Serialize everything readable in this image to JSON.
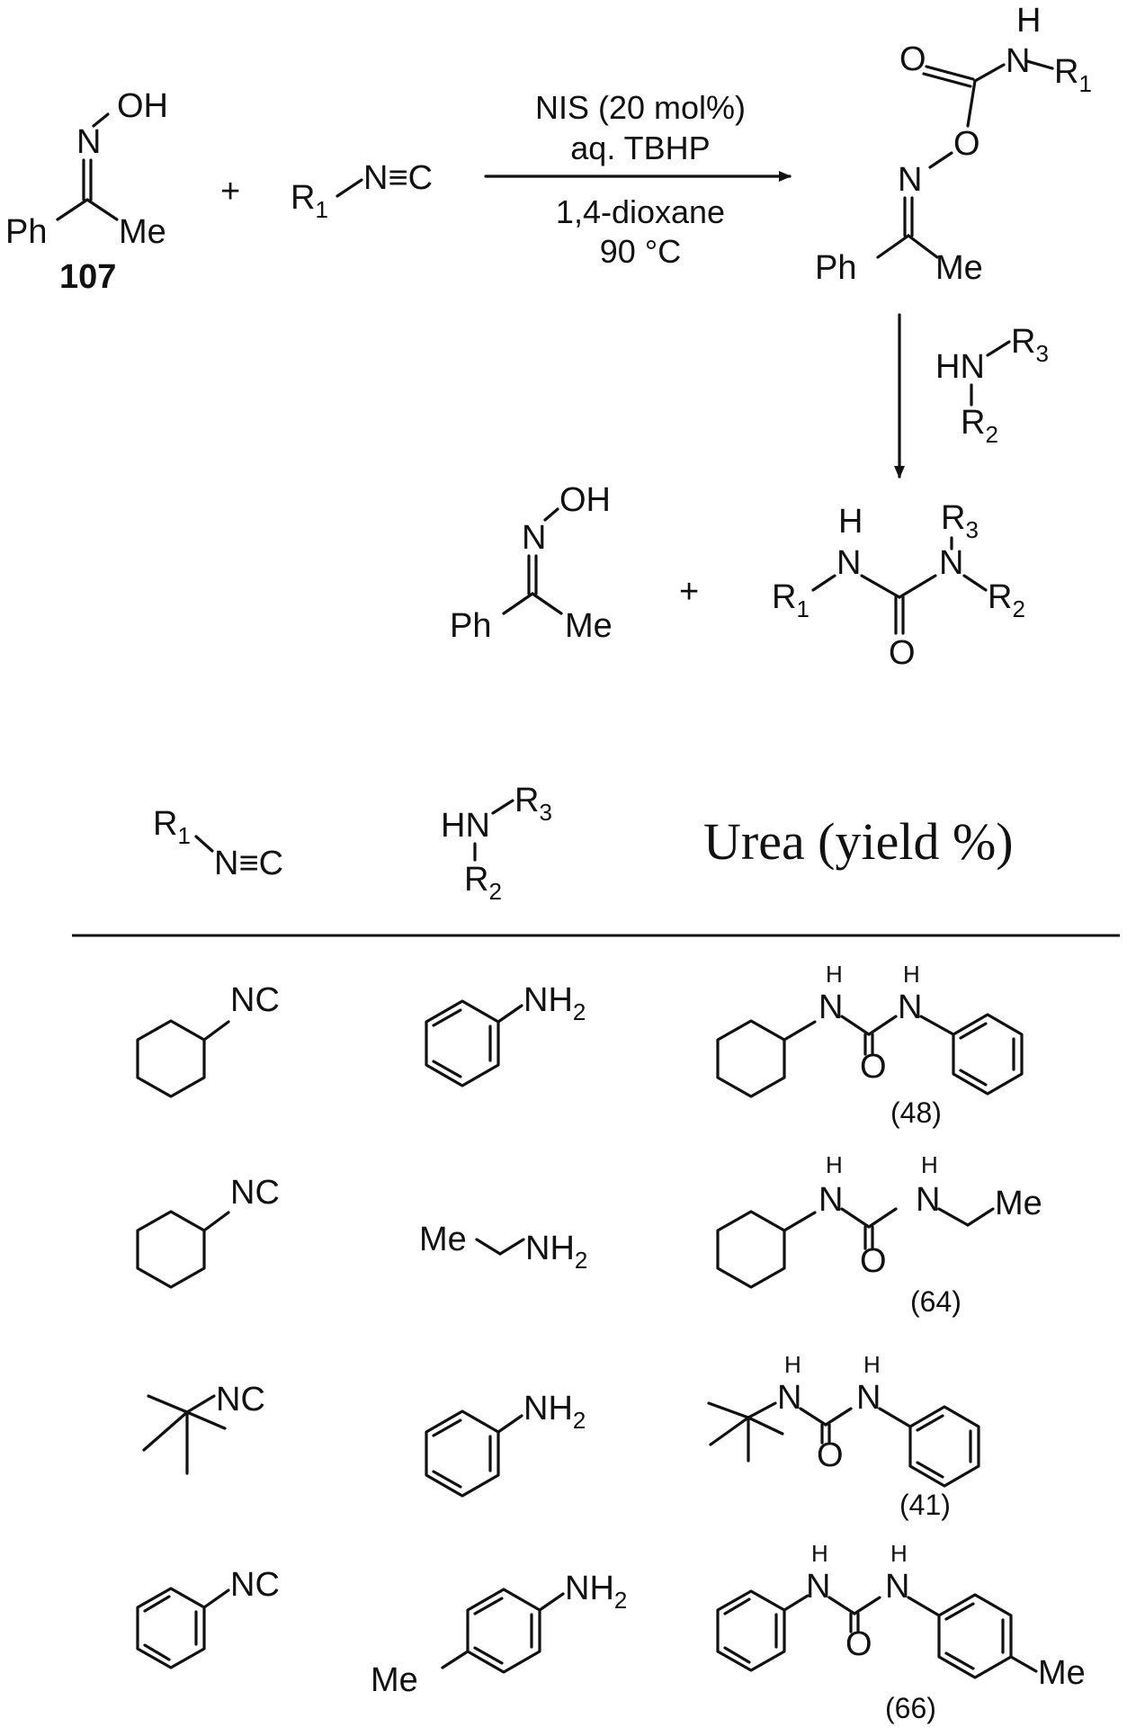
{
  "scheme": {
    "reactant1": {
      "oh_label": "OH",
      "n_label": "N",
      "ph_label": "Ph",
      "me_label": "Me",
      "compound_number": "107"
    },
    "plus": "+",
    "isocyanide": {
      "r_label": "R",
      "r_sub": "1",
      "nc_label": "N≡C"
    },
    "conditions": {
      "line1": "NIS (20 mol%)",
      "line2": "aq. TBHP",
      "line3": "1,4-dioxane",
      "line4": "90 °C"
    },
    "intermediate": {
      "h_label": "H",
      "n_top_label": "N",
      "r_label": "R",
      "r_sub": "1",
      "o_carbonyl_label": "O",
      "o_ester_label": "O",
      "n_oxime_label": "N",
      "ph_label": "Ph",
      "me_label": "Me"
    },
    "amine_reagent": {
      "hn_label": "HN",
      "r3_label": "R",
      "r3_sub": "3",
      "r2_label": "R",
      "r2_sub": "2"
    },
    "byproduct": {
      "oh_label": "OH",
      "n_label": "N",
      "ph_label": "Ph",
      "me_label": "Me"
    },
    "urea_product": {
      "h_label": "H",
      "n1_label": "N",
      "r1_label": "R",
      "r1_sub": "1",
      "r3_label": "R",
      "r3_sub": "3",
      "n2_label": "N",
      "r2_label": "R",
      "r2_sub": "2",
      "o_label": "O"
    }
  },
  "table": {
    "headers": {
      "isocyanide": {
        "r_label": "R",
        "r_sub": "1",
        "nc_label": "N≡C"
      },
      "amine": {
        "hn_label": "HN",
        "r3_label": "R",
        "r3_sub": "3",
        "r2_label": "R",
        "r2_sub": "2"
      },
      "urea": "Urea (yield %)"
    },
    "rows": [
      {
        "isocyanide": "cyclohexyl isocyanide",
        "isocyanide_label": "NC",
        "amine": "aniline",
        "amine_label": "NH",
        "amine_sub": "2",
        "urea_labels": {
          "h1": "H",
          "n1": "N",
          "h2": "H",
          "n2": "N",
          "o": "O"
        },
        "yield": "(48)"
      },
      {
        "isocyanide": "cyclohexyl isocyanide",
        "isocyanide_label": "NC",
        "amine": "ethylamine",
        "amine_me": "Me",
        "amine_label": "NH",
        "amine_sub": "2",
        "urea_labels": {
          "h1": "H",
          "n1": "N",
          "h2": "H",
          "n2": "N",
          "o": "O",
          "me": "Me"
        },
        "yield": "(64)"
      },
      {
        "isocyanide": "tert-butyl isocyanide",
        "isocyanide_label": "NC",
        "amine": "aniline",
        "amine_label": "NH",
        "amine_sub": "2",
        "urea_labels": {
          "h1": "H",
          "n1": "N",
          "h2": "H",
          "n2": "N",
          "o": "O"
        },
        "yield": "(41)"
      },
      {
        "isocyanide": "phenyl isocyanide",
        "isocyanide_label": "NC",
        "amine": "p-toluidine",
        "amine_me": "Me",
        "amine_label": "NH",
        "amine_sub": "2",
        "urea_labels": {
          "h1": "H",
          "n1": "N",
          "h2": "H",
          "n2": "N",
          "o": "O",
          "me": "Me"
        },
        "yield": "(66)"
      }
    ]
  }
}
